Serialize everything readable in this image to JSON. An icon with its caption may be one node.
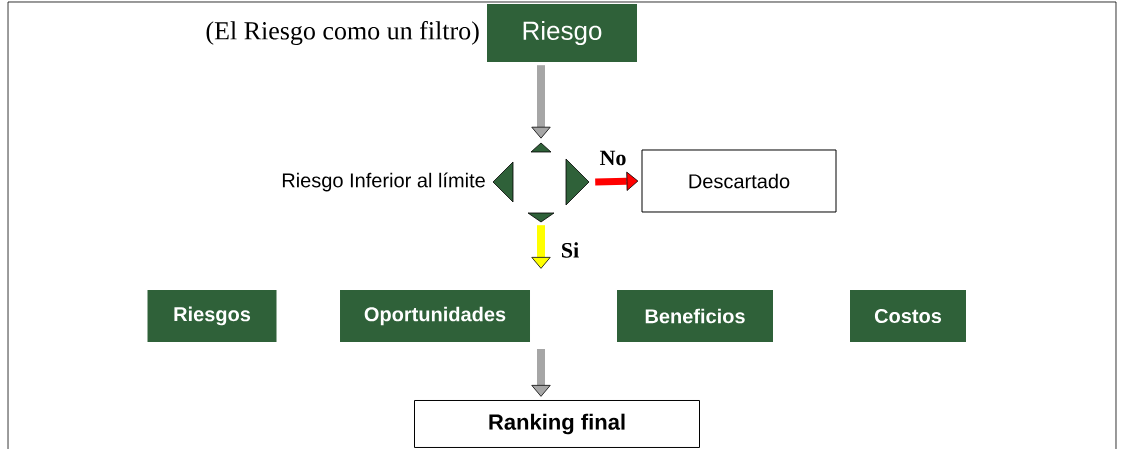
{
  "diagram": {
    "nodes": [
      {
        "text": [
          "Riesgo"
        ],
        "beside": [
          "(El Riesgo como un filtro)"
        ]
      },
      {
        "text": [],
        "shape": "diamond",
        "beside": [
          "Riesgo Inferior al límite"
        ]
      },
      {
        "text": [
          "Descartado"
        ]
      },
      {
        "text": [
          "Riesgos"
        ]
      },
      {
        "text": [
          "Oportunidades"
        ]
      },
      {
        "text": [
          "Beneficios"
        ]
      },
      {
        "text": [
          "Costos"
        ]
      },
      {
        "text": [
          "Ranking final"
        ]
      }
    ],
    "edges": [
      {
        "from": 0,
        "to": 1,
        "arrow": "to"
      },
      {
        "from": 1,
        "to": 2,
        "arrow": "to",
        "label": "No",
        "color": "#ff0000"
      },
      {
        "from": 1,
        "to": null,
        "arrow": "to",
        "label": "Si",
        "color": "#ffff00"
      },
      {
        "from": null,
        "to": 7,
        "arrow": "to"
      }
    ]
  }
}
